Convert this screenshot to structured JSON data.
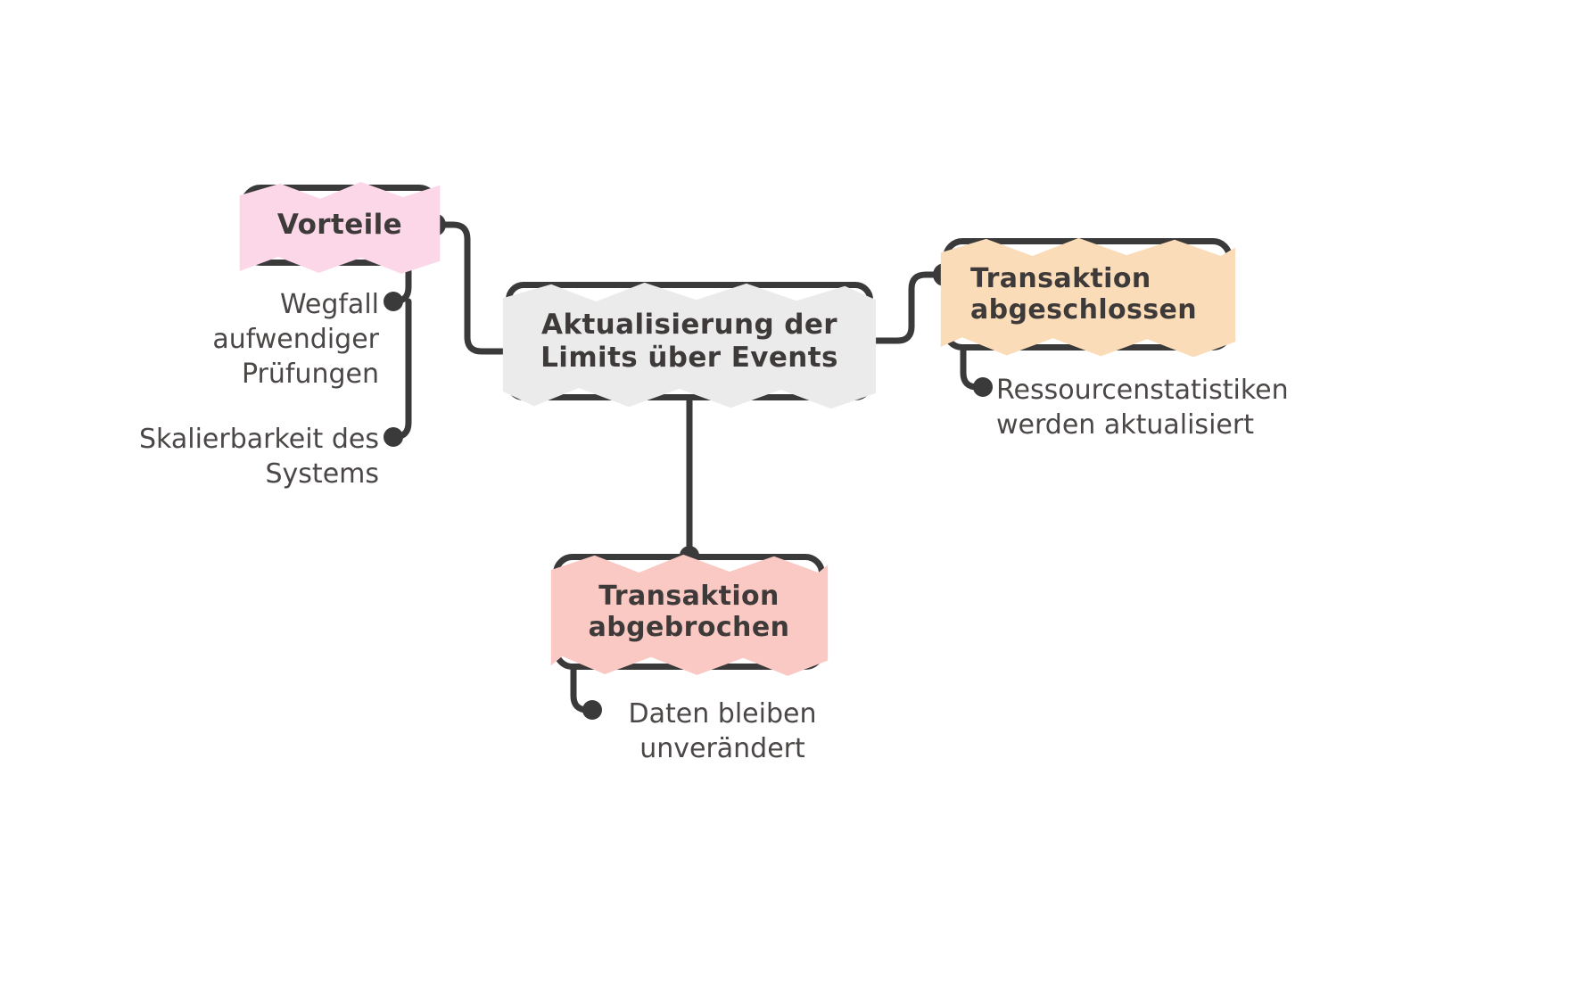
{
  "diagram": {
    "type": "mindmap",
    "language": "de",
    "background": "#ffffff",
    "stroke_color": "#3a3a3a",
    "text_color": "#3d3a39",
    "nodes": {
      "central": {
        "label": "Aktualisierung der\nLimits über Events",
        "fill": "#ebebeb",
        "role": "root"
      },
      "vorteile": {
        "label": "Vorteile",
        "fill": "#fbd7e8",
        "role": "branch"
      },
      "abgeschlossen": {
        "label": "Transaktion\nabgeschlossen",
        "fill": "#fbdcb8",
        "role": "branch"
      },
      "abgebrochen": {
        "label": "Transaktion\nabgebrochen",
        "fill": "#fac9c4",
        "role": "branch"
      }
    },
    "leaves": {
      "wegfall": "Wegfall\naufwendiger\nPrüfungen",
      "skalierbarkeit": "Skalierbarkeit des\nSystems",
      "ressourcen": "Ressourcenstatistiken\nwerden aktualisiert",
      "daten": "Daten bleiben\nunverändert"
    },
    "edges": [
      {
        "from": "central",
        "to": "vorteile",
        "name": "edge-central-vorteile"
      },
      {
        "from": "central",
        "to": "abgeschlossen",
        "name": "edge-central-abgeschlossen"
      },
      {
        "from": "central",
        "to": "abgebrochen",
        "name": "edge-central-abgebrochen"
      },
      {
        "from": "vorteile",
        "to": "wegfall",
        "name": "edge-vorteile-wegfall"
      },
      {
        "from": "vorteile",
        "to": "skalierbarkeit",
        "name": "edge-vorteile-skalierbarkeit"
      },
      {
        "from": "abgeschlossen",
        "to": "ressourcen",
        "name": "edge-abgeschlossen-ressourcen"
      },
      {
        "from": "abgebrochen",
        "to": "daten",
        "name": "edge-abgebrochen-daten"
      }
    ]
  }
}
